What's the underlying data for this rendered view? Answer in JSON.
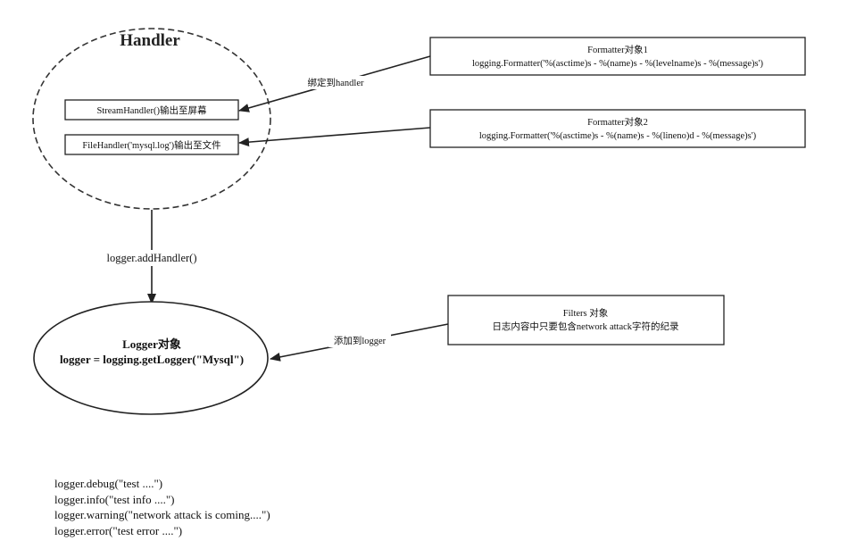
{
  "handler_group": {
    "title": "Handler",
    "stream_handler": "StreamHandler()输出至屏幕",
    "file_handler": "FileHandler('mysql.log')输出至文件"
  },
  "formatter1": {
    "title": "Formatter对象1",
    "code": "logging.Formatter('%(asctime)s - %(name)s - %(levelname)s - %(message)s')"
  },
  "formatter2": {
    "title": "Formatter对象2",
    "code": "logging.Formatter('%(asctime)s - %(name)s - %(lineno)d - %(message)s')"
  },
  "bind_label": "绑定到handler",
  "add_handler_label": "logger.addHandler()",
  "logger": {
    "title": "Logger对象",
    "code": "logger = logging.getLogger(\"Mysql\")"
  },
  "filters": {
    "title": "Filters 对象",
    "description": "日志内容中只要包含network attack字符的纪录"
  },
  "add_to_logger_label": "添加到logger",
  "code_lines": [
    "logger.debug(\"test ....\")",
    "logger.info(\"test info ....\")",
    "logger.warning(\"network attack is coming....\")",
    "logger.error(\"test error ....\")"
  ],
  "colors": {
    "stroke": "#333333",
    "text": "#111111",
    "background": "#ffffff"
  }
}
